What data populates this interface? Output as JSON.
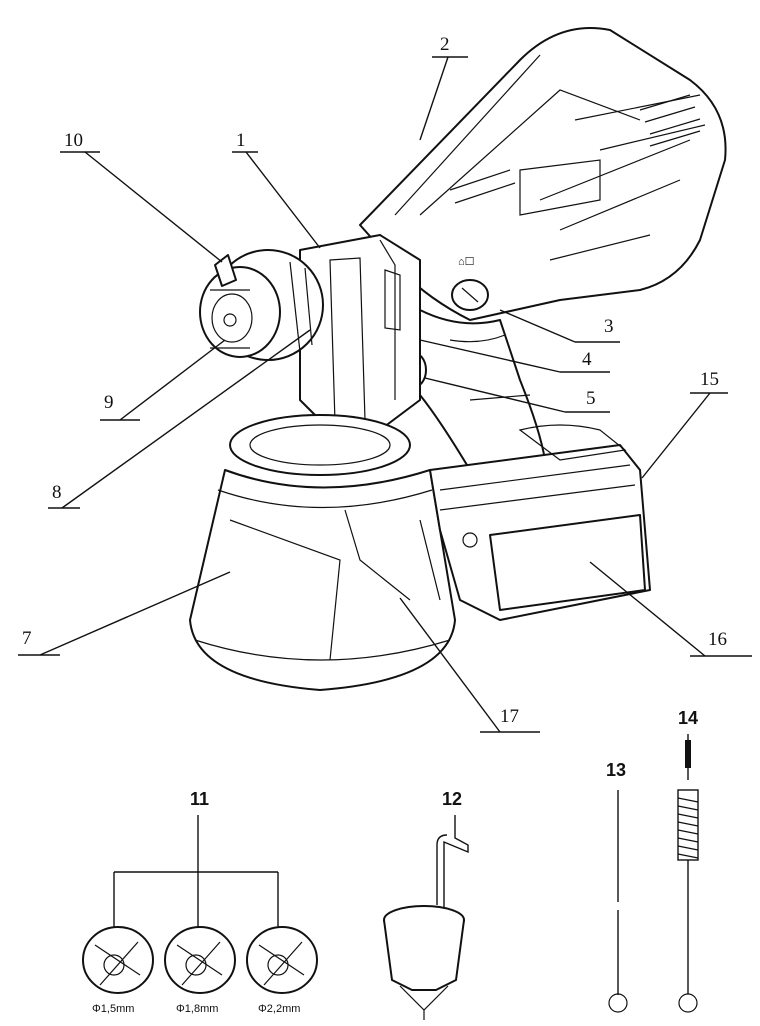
{
  "callouts": {
    "c1": "1",
    "c2": "2",
    "c3": "3",
    "c4": "4",
    "c5": "5",
    "c7": "7",
    "c8": "8",
    "c9": "9",
    "c10": "10",
    "c11": "11",
    "c12": "12",
    "c13": "13",
    "c14": "14",
    "c15": "15",
    "c16": "16",
    "c17": "17"
  },
  "nozzle_sizes": [
    "Φ1,5mm",
    "Φ1,8mm",
    "Φ2,2mm"
  ],
  "icons": {
    "gun": "spray-gun-illustration",
    "container": "paint-container-illustration",
    "battery": "battery-pack-illustration",
    "nozzles": "nozzle-disc-icon",
    "cup": "viscosity-cup-icon",
    "needle": "cleaning-needle-icon",
    "brush": "cleaning-brush-icon"
  }
}
